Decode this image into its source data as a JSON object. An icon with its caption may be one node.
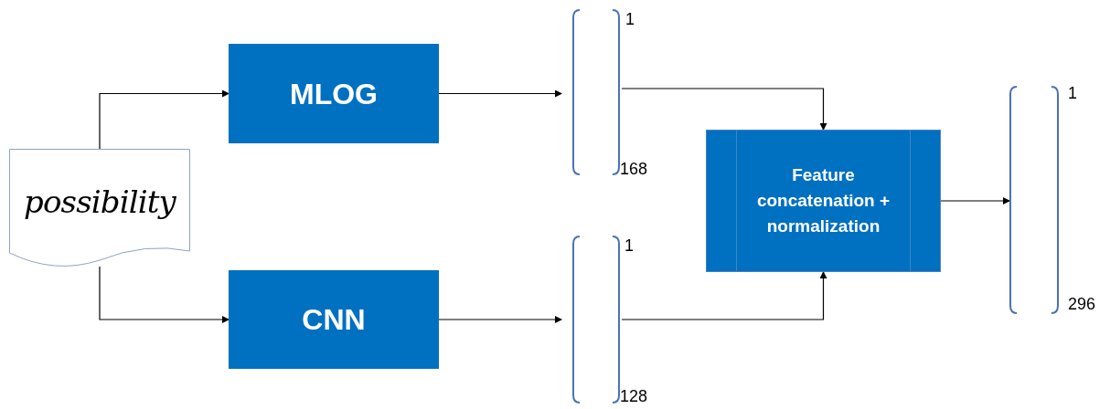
{
  "diagram": {
    "nodes": [
      {
        "text": [
          "possibility"
        ]
      },
      {
        "text": [
          "MLOG"
        ]
      },
      {
        "text": [
          "CNN"
        ]
      },
      {
        "text": [],
        "shape": "bracket",
        "beside": [
          "1",
          "168"
        ]
      },
      {
        "text": [],
        "shape": "bracket",
        "beside": [
          "1",
          "128"
        ]
      },
      {
        "text": [
          "Feature concatenation + normalization"
        ]
      },
      {
        "text": [],
        "shape": "bracket",
        "beside": [
          "1",
          "296"
        ]
      }
    ],
    "edges": [
      {
        "from": 0,
        "to": 1,
        "arrow": "to"
      },
      {
        "from": 0,
        "to": 2,
        "arrow": "to"
      },
      {
        "from": 1,
        "to": 3,
        "arrow": "to"
      },
      {
        "from": 2,
        "to": 4,
        "arrow": "to"
      },
      {
        "from": 3,
        "to": 5,
        "arrow": "to"
      },
      {
        "from": 4,
        "to": 5,
        "arrow": "to"
      },
      {
        "from": 5,
        "to": 6,
        "arrow": "to"
      }
    ]
  }
}
